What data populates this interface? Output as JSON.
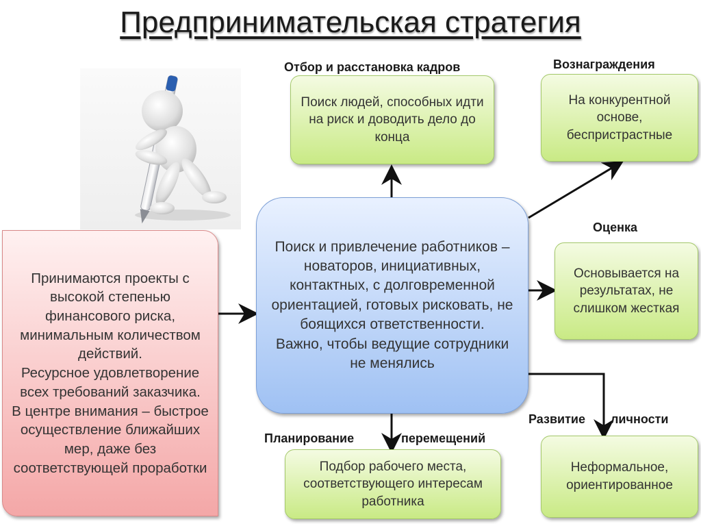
{
  "title": "Предпринимательская стратегия",
  "center_box": {
    "line1": "Поиск и привлечение работников – новаторов, инициативных, контактных, с долговременной ориентацией, готовых рисковать, не боящихся ответственности.",
    "line2": "Важно, чтобы ведущие сотрудники не менялись"
  },
  "left_box": {
    "line1": "Принимаются проекты с высокой степенью финансового риска, минимальным количеством действий.",
    "line2": "Ресурсное удовлетворение всех требований заказчика.",
    "line3": "В центре внимания – быстрое осуществление ближайших мер, даже без соответствующей проработки"
  },
  "selection": {
    "label": "Отбор и расстановка кадров",
    "text": "Поиск людей, способных идти на риск и доводить дело до конца"
  },
  "rewards": {
    "label": "Вознаграждения",
    "text": "На конкурентной основе, беспристрастные"
  },
  "evaluation": {
    "label": "Оценка",
    "text": "Основывается на результатах, не слишком жесткая"
  },
  "development": {
    "label_left": "Развитие",
    "label_right": "личности",
    "text": "Неформальное, ориентированное"
  },
  "planning": {
    "label_left": "Планирование",
    "label_right": "перемещений",
    "text": "Подбор рабочего места, соответствующего интересам работника"
  },
  "colors": {
    "green_box": "#c9ea85",
    "blue_box": "#9fc1f3",
    "red_box": "#f4a7a7",
    "arrow": "#111111"
  },
  "icons": {
    "figure": "person-with-pen-icon"
  }
}
